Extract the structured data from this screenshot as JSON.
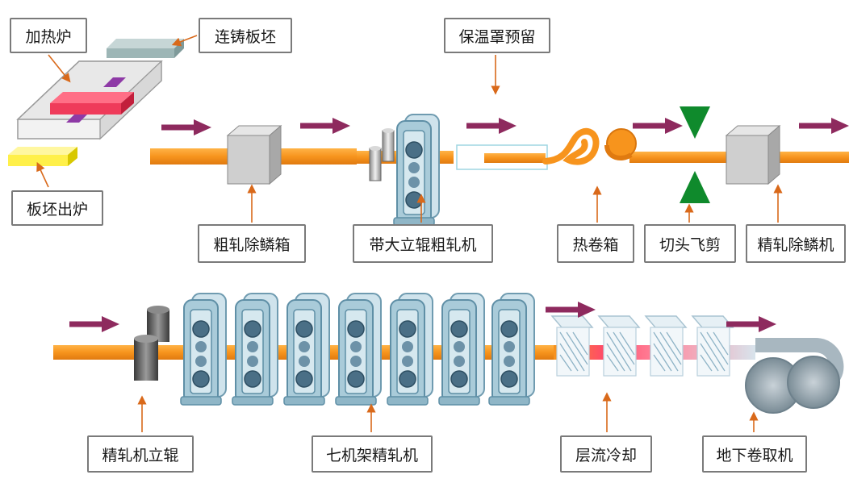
{
  "labels": {
    "heating_furnace": "加热炉",
    "cc_slab": "连铸板坯",
    "slab_out": "板坯出炉",
    "heat_cover": "保温罩预留",
    "rough_descale": "粗轧除鳞箱",
    "rough_mill": "带大立辊粗轧机",
    "coil_box": "热卷箱",
    "crop_shear": "切头飞剪",
    "finish_descale": "精轧除鳞机",
    "finish_edger": "精轧机立辊",
    "seven_stand": "七机架精轧机",
    "laminar": "层流冷却",
    "coiler": "地下卷取机"
  },
  "colors": {
    "strip": "#f7941d",
    "strip_dark": "#e07a10",
    "flow_arrow": "#8e2a5e",
    "pointer": "#d9691a",
    "stand": "#a9cbd9",
    "stand_dark": "#5f8fa6",
    "roll": "#4a6f86",
    "shear": "#0f8a2c",
    "hot_slab": "#ef3b5a",
    "cold_slab": "#9db6b6",
    "yellow_slab": "#fff04a",
    "descale_box": "#cfcfcf"
  },
  "icons": [
    "flow-arrow-icon",
    "shear-blade-icon",
    "roll-icon",
    "coil-icon"
  ]
}
